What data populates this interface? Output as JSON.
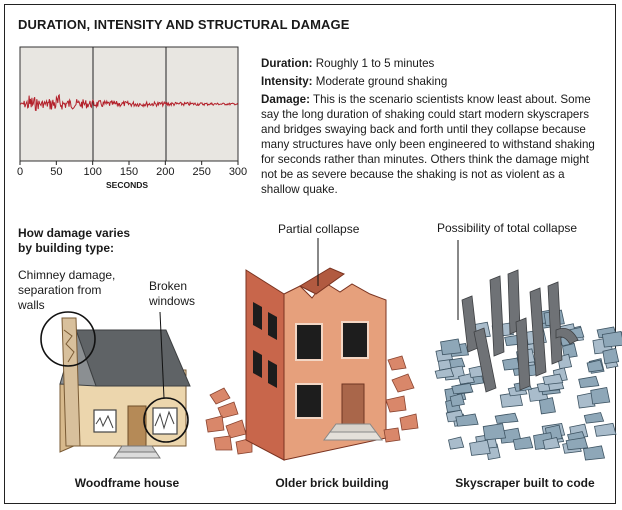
{
  "title": "DURATION, INTENSITY AND STRUCTURAL DAMAGE",
  "seismogram": {
    "xlabel": "SECONDS",
    "ticks": [
      "0",
      "50",
      "100",
      "150",
      "200",
      "250",
      "300"
    ],
    "line_color": "#b3202a",
    "panel_color": "#e8e6e1"
  },
  "info": {
    "duration_label": "Duration:",
    "duration_value": "Roughly 1 to 5 minutes",
    "intensity_label": "Intensity:",
    "intensity_value": "Moderate ground shaking",
    "damage_label": "Damage:",
    "damage_value": "This is the scenario scientists know least about. Some say the long duration of shaking could start modern skyscrapers and bridges swaying back and forth until they collapse because many structures have only been engineered to withstand shaking for seconds rather than minutes. Others think the damage might not be as severe because the shaking is not as violent as a shallow quake."
  },
  "labels": {
    "how_damage_line1": "How damage varies",
    "how_damage_line2": "by building type:",
    "chimney_line1": "Chimney damage,",
    "chimney_line2": "separation from",
    "chimney_line3": "walls",
    "broken_line1": "Broken",
    "broken_line2": "windows",
    "partial": "Partial collapse",
    "total": "Possibility of total collapse"
  },
  "captions": {
    "house": "Woodframe house",
    "brick": "Older brick building",
    "skyscraper": "Skyscraper built to code"
  }
}
